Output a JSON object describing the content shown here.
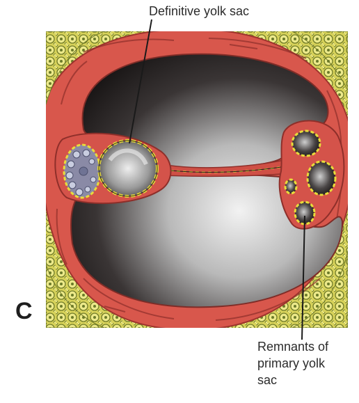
{
  "figure": {
    "panel_letter": "C",
    "labels": {
      "definitive_yolk_sac": "Definitive yolk sac",
      "remnants_line1": "Remnants of",
      "remnants_line2": "primary yolk",
      "remnants_line3": "sac"
    }
  },
  "colors": {
    "mesoderm_red": "#d8574c",
    "mesoderm_dark": "#a73a33",
    "cavity_dark": "#1b1717",
    "trophoblast_yellow": "#d9d357",
    "endoderm_yellow": "#e8dc3a",
    "leader_line": "#1a1a1a"
  }
}
